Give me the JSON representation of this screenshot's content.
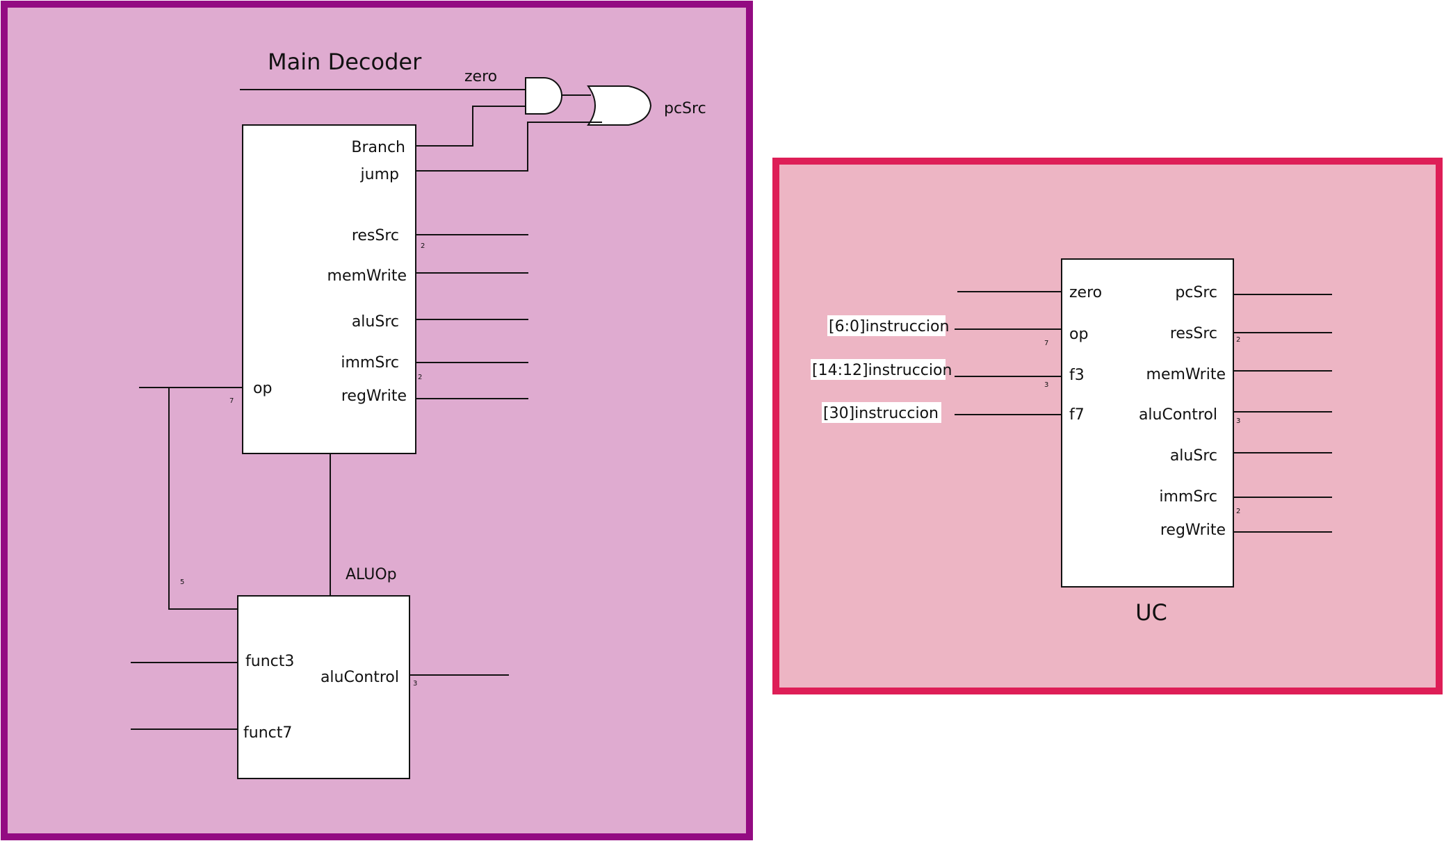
{
  "colors": {
    "left_panel_fill": "#dfabd0",
    "left_panel_border": "#930b82",
    "right_panel_fill": "#edb5c4",
    "right_panel_border": "#de1e57"
  },
  "main_decoder": {
    "title": "Main Decoder",
    "gate_input_label": "zero",
    "gate_output_label": "pcSrc",
    "outputs": {
      "branch": "Branch",
      "jump": "jump",
      "resSrc": "resSrc",
      "memWrite": "memWrite",
      "aluSrc": "aluSrc",
      "immSrc": "immSrc",
      "regWrite": "regWrite"
    },
    "input_op": "op",
    "bus_widths": {
      "resSrc": "2",
      "immSrc": "2",
      "op": "7",
      "funct_bus": "5"
    },
    "aluop_label": "ALUOp"
  },
  "alu_decoder": {
    "inputs": {
      "funct3": "funct3",
      "funct7": "funct7"
    },
    "output": "aluControl",
    "output_width": "3"
  },
  "uc": {
    "title": "UC",
    "inputs": {
      "zero": "zero",
      "op": "op",
      "f3": "f3",
      "f7": "f7"
    },
    "input_sources": {
      "op": "[6:0]instruccion",
      "f3": "[14:12]instruccion",
      "f7": "[30]instruccion"
    },
    "input_widths": {
      "op": "7",
      "f3": "3"
    },
    "outputs": {
      "pcSrc": "pcSrc",
      "resSrc": "resSrc",
      "memWrite": "memWrite",
      "aluControl": "aluControl",
      "aluSrc": "aluSrc",
      "immSrc": "immSrc",
      "regWrite": "regWrite"
    },
    "output_widths": {
      "resSrc": "2",
      "aluControl": "3",
      "immSrc": "2"
    }
  }
}
